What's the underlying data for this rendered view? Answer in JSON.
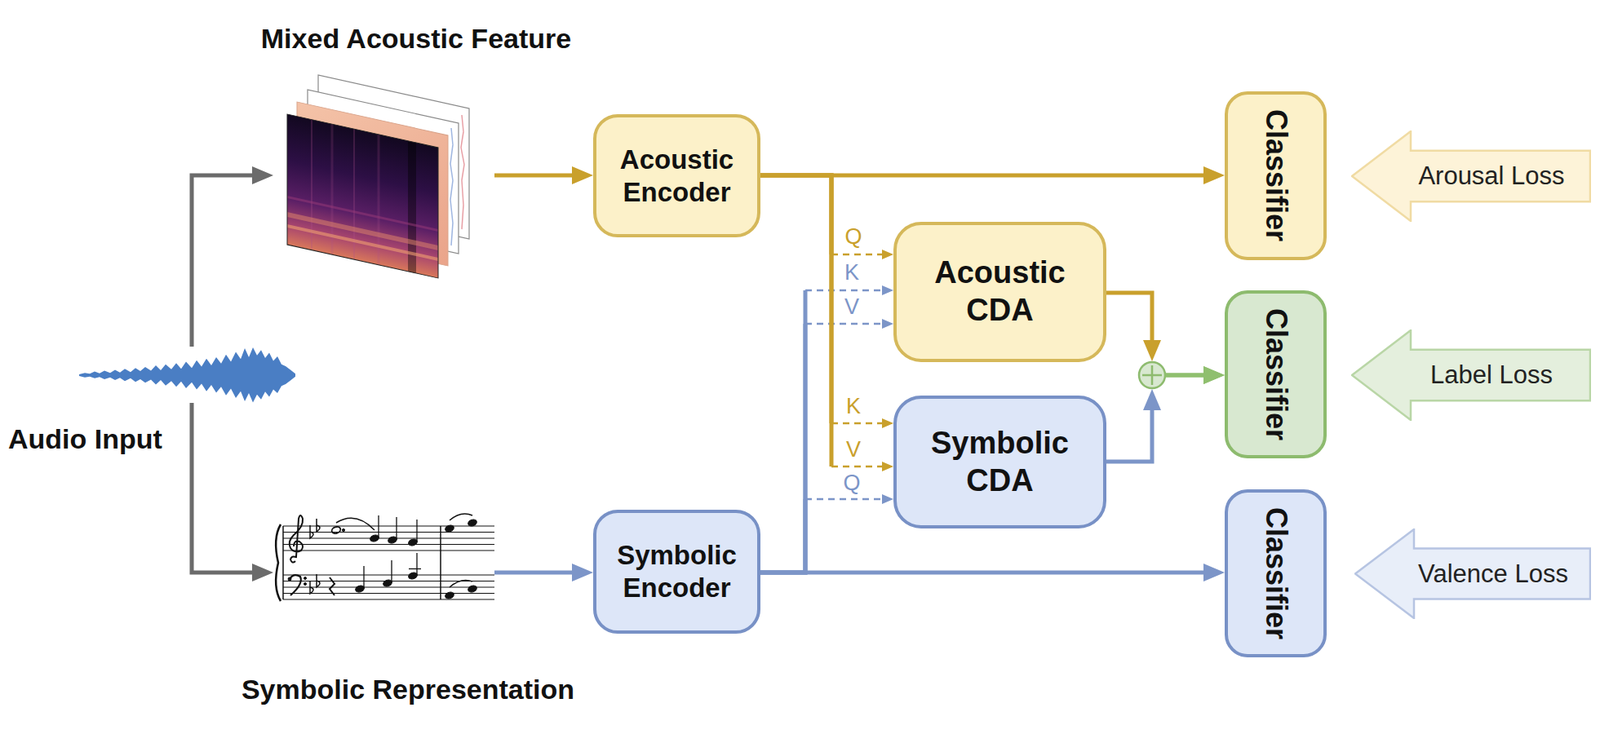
{
  "diagram": {
    "nodes": [
      {
        "text": [
          "Audio Input"
        ]
      },
      {
        "text": [
          "Mixed Acoustic Feature"
        ]
      },
      {
        "text": [
          "Symbolic Representation"
        ]
      },
      {
        "text": [
          "Acoustic Encoder"
        ]
      },
      {
        "text": [
          "Symbolic Encoder"
        ]
      },
      {
        "text": [
          "Acoustic CDA"
        ]
      },
      {
        "text": [
          "Symbolic CDA"
        ]
      },
      {
        "text": [
          "Classifier"
        ]
      },
      {
        "text": [
          "Classifier"
        ]
      },
      {
        "text": [
          "Classifier"
        ]
      },
      {
        "text": [
          "Arousal Loss"
        ]
      },
      {
        "text": [
          "Label Loss"
        ]
      },
      {
        "text": [
          "Valence Loss"
        ]
      }
    ],
    "edges": [
      {
        "from": 0,
        "to": 1,
        "arrow": "to"
      },
      {
        "from": 0,
        "to": 2,
        "arrow": "to"
      },
      {
        "from": 1,
        "to": 3,
        "arrow": "to"
      },
      {
        "from": 2,
        "to": 4,
        "arrow": "to"
      },
      {
        "from": 3,
        "to": 7,
        "arrow": "to"
      },
      {
        "from": 3,
        "to": 5,
        "label": "Q",
        "arrow": "to"
      },
      {
        "from": 4,
        "to": 5,
        "label": "K",
        "arrow": "to"
      },
      {
        "from": 4,
        "to": 5,
        "label": "V",
        "arrow": "to"
      },
      {
        "from": 3,
        "to": 6,
        "label": "K",
        "arrow": "to"
      },
      {
        "from": 3,
        "to": 6,
        "label": "V",
        "arrow": "to"
      },
      {
        "from": 4,
        "to": 6,
        "label": "Q",
        "arrow": "to"
      },
      {
        "from": 4,
        "to": 9,
        "arrow": "to"
      },
      {
        "from": 5,
        "to": 8,
        "arrow": "to"
      },
      {
        "from": 6,
        "to": 8,
        "arrow": "to"
      }
    ]
  }
}
